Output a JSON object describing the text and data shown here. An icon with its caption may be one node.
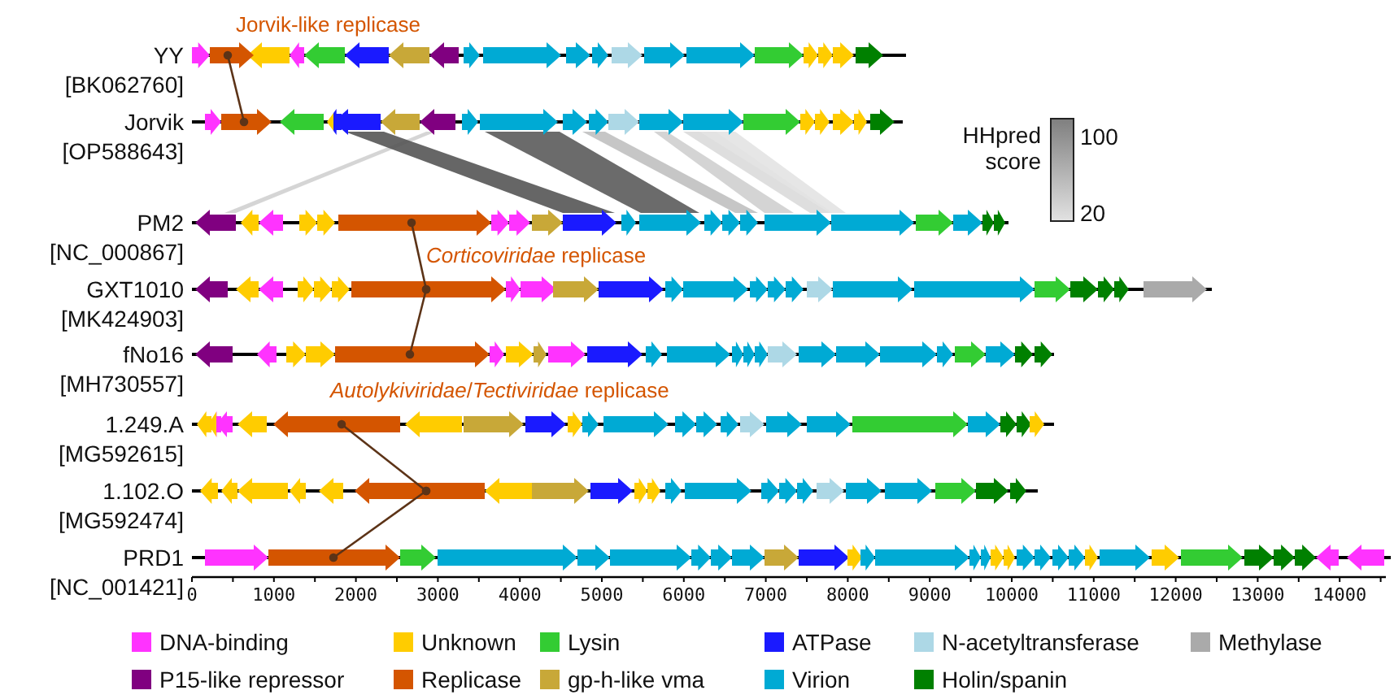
{
  "diagram": {
    "nodes": [
      {
        "text": [],
        "shape": "arrow"
      },
      {
        "text": [],
        "shape": "arrow"
      },
      {
        "text": [],
        "shape": "arrow"
      },
      {
        "text": [],
        "shape": "arrow"
      },
      {
        "text": [],
        "shape": "arrow"
      },
      {
        "text": [],
        "shape": "arrow"
      },
      {
        "text": [],
        "shape": "arrow"
      },
      {
        "text": [],
        "shape": "arrow"
      }
    ],
    "edges": [
      {
        "from": 0,
        "to": 1,
        "arrow": "other"
      },
      {
        "from": 2,
        "to": 3,
        "arrow": "other"
      },
      {
        "from": 3,
        "to": 4,
        "arrow": "other"
      },
      {
        "from": 5,
        "to": 6,
        "arrow": "other"
      },
      {
        "from": 6,
        "to": 7,
        "arrow": "other"
      }
    ],
    "labels": [
      "Jorvik-like replicase",
      "YY",
      "[BK062760]",
      "Jorvik",
      "[OP588643]",
      "HHpred score",
      "100",
      "20",
      "PM2",
      "[NC_000867]",
      "*Corticoviridae* replicase",
      "GXT1010",
      "[MK424903]",
      "fNo16",
      "[MH730557]",
      "*Autolykiviridae*/*Tectiviridae* replicase",
      "1.249.A",
      "[MG592615]",
      "1.102.O",
      "[MG592474]",
      "PRD1",
      "[NC_001421]",
      "0",
      "1000",
      "2000",
      "3000",
      "4000",
      "5000",
      "6000",
      "7000",
      "8000",
      "9000",
      "10000",
      "11000",
      "12000",
      "13000",
      "14000"
    ],
    "legend": [
      {
        "text": "DNA-binding",
        "color": "#ff33ff"
      },
      {
        "text": "Unknown",
        "color": "#ffcc00"
      },
      {
        "text": "Lysin",
        "color": "#33cc33"
      },
      {
        "text": "ATPase",
        "color": "#1a1aff"
      },
      {
        "text": "N-acetyltransferase",
        "color": "#add8e6"
      },
      {
        "text": "Methylase",
        "color": "#aaaaaa"
      },
      {
        "text": "P15-like repressor",
        "color": "#800080"
      },
      {
        "text": "Replicase",
        "color": "#d45500"
      },
      {
        "text": "gp-h-like vma",
        "color": "#c8a838"
      },
      {
        "text": "Virion",
        "color": "#00aad4"
      },
      {
        "text": "Holin/spanin",
        "color": "#008000"
      }
    ]
  }
}
